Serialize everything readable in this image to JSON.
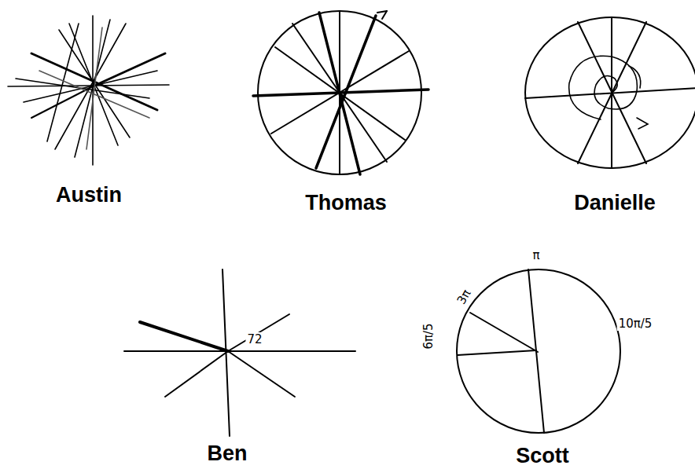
{
  "diagram": {
    "labels": [
      "Austin",
      "Thomas",
      "Danielle",
      "Ben",
      "Scott",
      "72",
      "π",
      "3π",
      "6π/5",
      "10π/5"
    ]
  }
}
